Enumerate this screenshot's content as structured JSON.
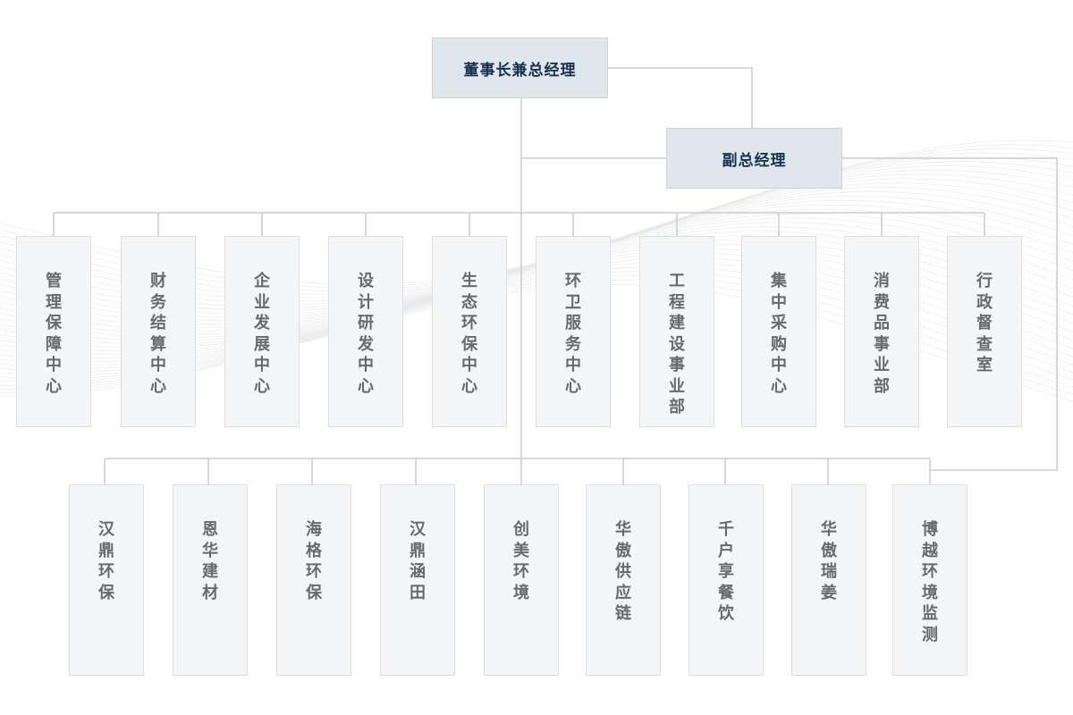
{
  "chairman": "董事长兼总经理",
  "vice": "副总经理",
  "centers": [
    "管理保障中心",
    "财务结算中心",
    "企业发展中心",
    "设计研发中心",
    "生态环保中心",
    "环卫服务中心",
    "工程建设事业部",
    "集中采购中心",
    "消费品事业部",
    "行政督查室"
  ],
  "subsidiaries": [
    "汉鼎环保",
    "恩华建材",
    "海格环保",
    "汉鼎涵田",
    "创美环境",
    "华傲供应链",
    "千户享餐饮",
    "华傲瑞姜",
    "博越环境监测"
  ],
  "colors": {
    "line": "#c8ccd0",
    "top_fill": "#dfe6ec",
    "box_fill": "#f3f5f6",
    "top_text": "#16324f",
    "box_text": "#666a6e"
  }
}
